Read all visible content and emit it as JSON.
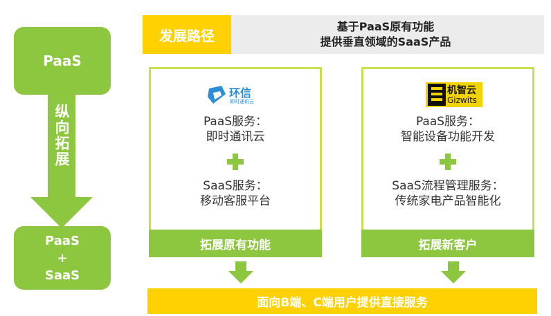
{
  "left": {
    "top_box": "PaaS",
    "arrow_label": "纵向拓展",
    "bottom_box": [
      "PaaS",
      "+",
      "SaaS"
    ]
  },
  "header": {
    "label": "发展路径",
    "description": [
      "基于PaaS原有功能",
      "提供垂直领域的SaaS产品"
    ]
  },
  "cards": [
    {
      "logo_text": "环信",
      "logo_subtext": "即时通讯云",
      "paas_lines": [
        "PaaS服务：",
        "即时通讯云"
      ],
      "saas_lines": [
        "SaaS服务：",
        "移动客服平台"
      ],
      "footer": "拓展原有功能"
    },
    {
      "logo_text": "机智云",
      "logo_subtext": "Gizwits",
      "paas_lines": [
        "PaaS服务：",
        "智能设备功能开发"
      ],
      "saas_lines": [
        "SaaS流程管理服务：",
        "传统家电产品智能化"
      ],
      "footer": "拓展新客户"
    }
  ],
  "bottom_bar": "面向B端、C端用户提供直接服务",
  "colors": {
    "green": "#8dc63f",
    "light_green": "#c6e04f",
    "yellow": "#ffd100",
    "grey": "#ececec"
  }
}
